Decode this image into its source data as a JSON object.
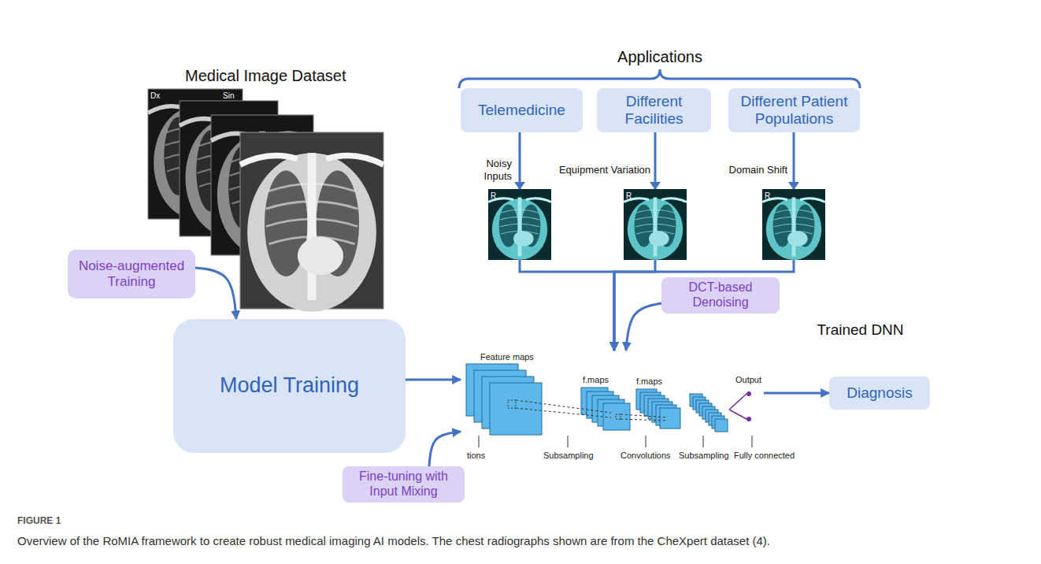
{
  "diagram": {
    "caption": "Overview of the RoMIA framework to create robust medical imaging AI models. The chest radiographs shown are from the CheXpert dataset (4).",
    "nodes": [
      {
        "text": [
          "Telemedicine"
        ]
      },
      {
        "text": [
          "Different Facilities"
        ]
      },
      {
        "text": [
          "Different Patient Populations"
        ]
      },
      {
        "text": [
          "Noise-augmented Training"
        ]
      },
      {
        "text": [
          "Model Training"
        ]
      },
      {
        "text": [
          "DCT-based Denoising"
        ]
      },
      {
        "text": [
          "Trained DNN"
        ]
      },
      {
        "text": [
          "Fine-tuning with Input Mixing"
        ]
      },
      {
        "text": [
          "Diagnosis"
        ]
      }
    ],
    "edges": [
      {
        "from": 3,
        "to": 4,
        "arrow": "to"
      },
      {
        "from": 0,
        "to": 6,
        "arrow": "to"
      },
      {
        "from": 1,
        "to": 6,
        "arrow": "to"
      },
      {
        "from": 2,
        "to": 6,
        "arrow": "to"
      },
      {
        "from": 5,
        "to": 6,
        "arrow": "to"
      },
      {
        "from": 4,
        "to": 6,
        "arrow": "to"
      },
      {
        "from": 7,
        "to": 6,
        "arrow": "to"
      },
      {
        "from": 6,
        "to": 8,
        "arrow": "to"
      }
    ],
    "labels": [
      "Medical Image Dataset",
      "Applications",
      "Dx",
      "Sin",
      "Noisy Inputs",
      "Equipment Variation",
      "Domain Shift",
      "R",
      "R",
      "R",
      "Feature maps",
      "f.maps",
      "f.maps",
      "Output",
      "tions",
      "Subsampling",
      "Convolutions",
      "Subsampling",
      "Fully connected",
      "FIGURE 1"
    ]
  }
}
